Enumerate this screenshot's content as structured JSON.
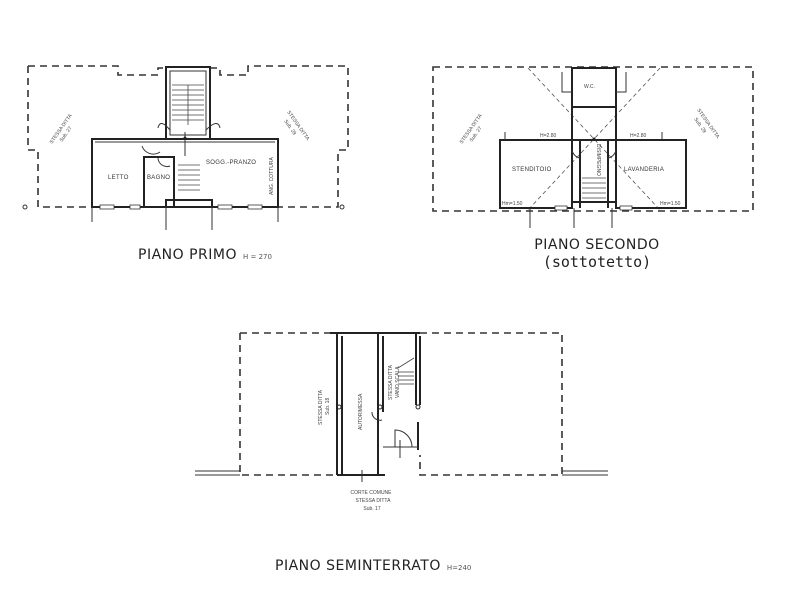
{
  "floors": {
    "primo": {
      "title": "PIANO PRIMO",
      "height_note": "H = 270",
      "rooms": {
        "letto": "LETTO",
        "bagno": "BAGNO",
        "soggiorno": "SOGG.-PRANZO",
        "cottura": "ANG. COTTURA"
      },
      "neighbors": {
        "left": {
          "name": "STESSA DITTA",
          "sub": "Sub. 27"
        },
        "right": {
          "name": "STESSA DITTA",
          "sub": "Sub. 29"
        }
      }
    },
    "secondo": {
      "title": "PIANO SECONDO",
      "subtitle": "(sottotetto)",
      "rooms": {
        "wc": "W.C.",
        "stenditoio": "STENDITOIO",
        "lavanderia": "LAVANDERIA",
        "disimpegno": "DISIMPEGNO"
      },
      "heights": {
        "top_left": "H=2.80",
        "top_right": "H=2.80",
        "bottom_left": "Hm=1.50",
        "bottom_right": "Hm=1.50"
      },
      "neighbors": {
        "left": {
          "name": "STESSA DITTA",
          "sub": "Sub. 27"
        },
        "right": {
          "name": "STESSA DITTA",
          "sub": "Sub. 29"
        }
      }
    },
    "seminterrato": {
      "title": "PIANO SEMINTERRATO",
      "height_note": "H=240",
      "rooms": {
        "autorimessa": "AUTORIMESSA",
        "vano_scala_line1": "STESSA DITTA",
        "vano_scala_line2": "VANO SCALA"
      },
      "neighbors": {
        "left": {
          "name": "STESSA DITTA",
          "sub": "Sub. 18"
        }
      },
      "courtyard": {
        "line1": "CORTE COMUNE",
        "line2": "STESSA DITTA",
        "line3": "Sub. 17"
      }
    }
  }
}
